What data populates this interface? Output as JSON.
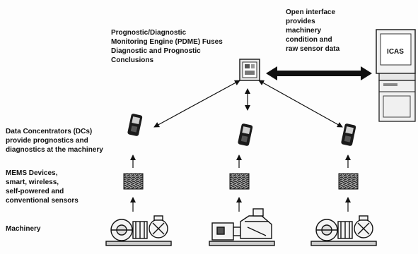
{
  "labels": {
    "pdme": "Prognostic/Diagnostic\nMonitoring Engine (PDME) Fuses\nDiagnostic and Prognostic\nConclusions",
    "open_interface": "Open interface\nprovides\nmachinery\ncondition and\nraw sensor data",
    "data_concentrators": "Data Concentrators (DCs)\nprovide prognostics and\ndiagnostics at the machinery",
    "mems": "MEMS Devices,\nsmart, wireless,\nself-powered and\nconventional sensors",
    "machinery": "Machinery",
    "icas": "ICAS"
  },
  "icons": {
    "pdme": "pdme-unit-icon",
    "workstation": "icas-workstation-icon",
    "concentrator": "handheld-concentrator-icon",
    "sensor": "mems-sensor-icon",
    "pump": "motor-pump-icon"
  }
}
